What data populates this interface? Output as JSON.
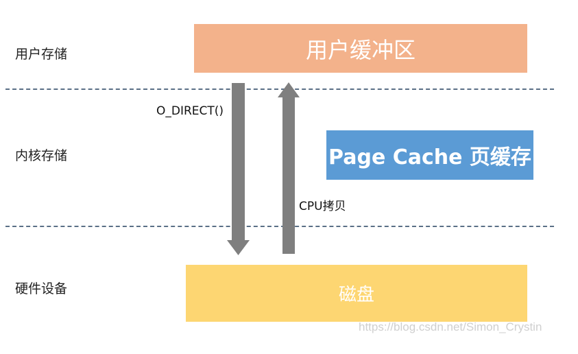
{
  "layers": {
    "user_storage": "用户存储",
    "kernel_storage": "内核存储",
    "hardware_device": "硬件设备"
  },
  "blocks": {
    "user_buffer": {
      "label": "用户缓冲区",
      "color": "#f3b28b",
      "text_color": "#ffffff"
    },
    "page_cache": {
      "label": "Page Cache 页缓存",
      "color": "#5b9bd5",
      "text_color": "#ffffff"
    },
    "disk": {
      "label": "磁盘",
      "color": "#fdd672",
      "text_color": "#ffffff"
    }
  },
  "arrows": {
    "down": {
      "label": "O_DIRECT()",
      "direction": "down",
      "color": "#7f7f7f"
    },
    "up": {
      "label": "CPU拷贝",
      "direction": "up",
      "color": "#7f7f7f"
    }
  },
  "divider_color": "#5a6f86",
  "watermark": "https://blog.csdn.net/Simon_Crystin"
}
